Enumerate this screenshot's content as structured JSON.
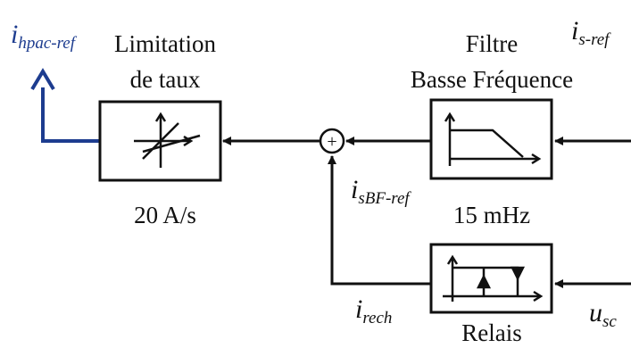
{
  "signals": {
    "output": {
      "main": "i",
      "sub": "hpac-ref"
    },
    "source": {
      "main": "i",
      "sub": "s-ref"
    },
    "filtered": {
      "main": "i",
      "sub": "sBF-ref"
    },
    "recharge": {
      "main": "i",
      "sub": "rech"
    },
    "voltage": {
      "main": "u",
      "sub": "sc"
    }
  },
  "blocks": {
    "rate_limiter": {
      "title_line1": "Limitation",
      "title_line2": "de taux",
      "param": "20 A/s"
    },
    "lowpass_filter": {
      "title_line1": "Filtre",
      "title_line2": "Basse Fréquence",
      "param": "15 mHz"
    },
    "relay": {
      "title": "Relais"
    }
  },
  "summer": {
    "symbol": "+"
  },
  "colors": {
    "output_signal": "#1d3c8f",
    "lines": "#111111"
  }
}
